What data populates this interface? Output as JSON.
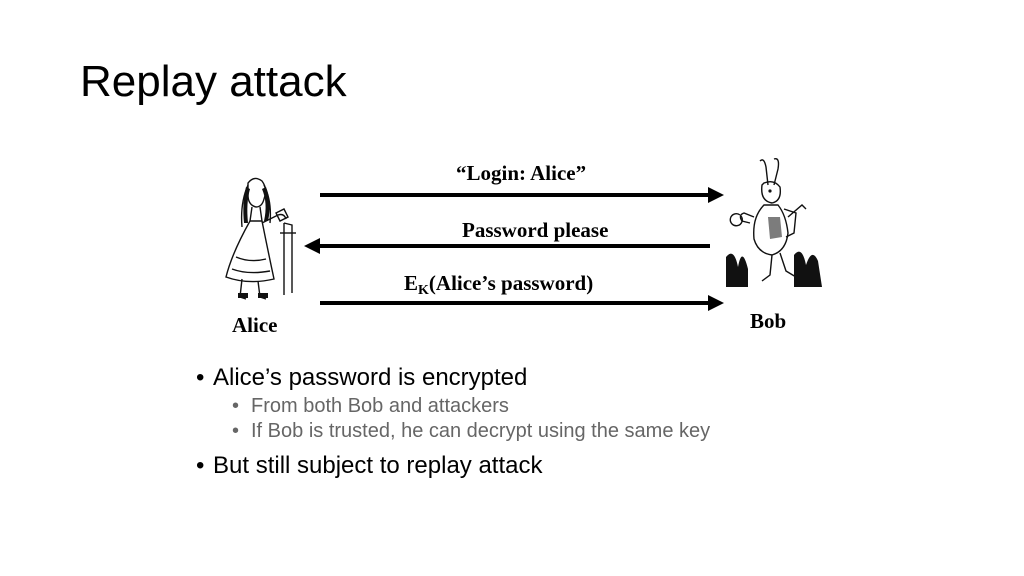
{
  "slide": {
    "title": "Replay attack"
  },
  "diagram": {
    "messages": [
      {
        "text": "“Login:  Alice”",
        "direction": "right"
      },
      {
        "text": "Password please",
        "direction": "left"
      },
      {
        "prefix": "E",
        "subscript": "K",
        "suffix": "(Alice’s password)",
        "direction": "right"
      }
    ],
    "left_party": "Alice",
    "right_party": "Bob",
    "left_icon": "alice-illustration-icon",
    "right_icon": "white-rabbit-illustration-icon"
  },
  "bullets": [
    {
      "text": "Alice’s password is encrypted",
      "sub": [
        "From both Bob and attackers",
        "If Bob is trusted, he can decrypt using the same key"
      ]
    },
    {
      "text": "But still subject to replay attack",
      "sub": []
    }
  ],
  "colors": {
    "text": "#000000",
    "subtext": "#666666",
    "background": "#ffffff"
  }
}
